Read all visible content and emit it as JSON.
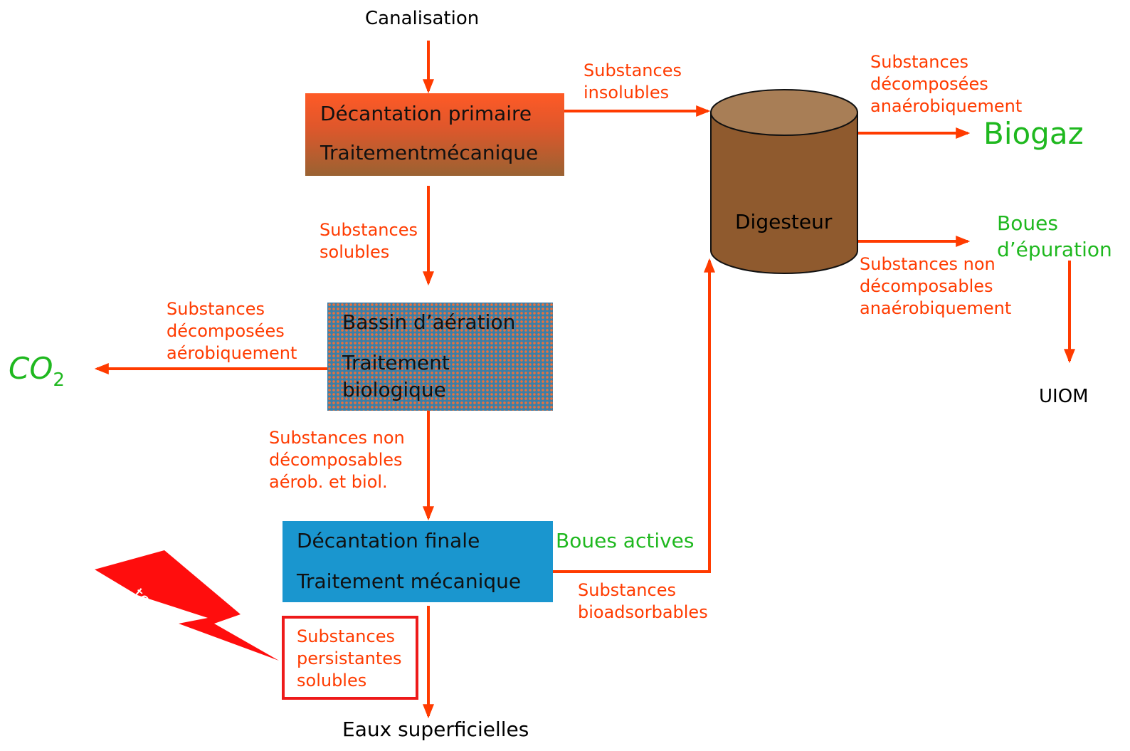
{
  "inputs": {
    "canalisation": "Canalisation"
  },
  "processes": {
    "primary": {
      "line1": "Décantation primaire",
      "line2": "Traitementmécanique"
    },
    "aeration": {
      "line1": "Bassin d’aération",
      "line2": "Traitement",
      "line3": "biologique"
    },
    "final": {
      "line1": "Décantation finale",
      "line2": "Traitement mécanique"
    },
    "digester": {
      "label": "Digesteur"
    }
  },
  "flows": {
    "insolubles": [
      "Substances",
      "insolubles"
    ],
    "solubles": [
      "Substances",
      "solubles"
    ],
    "aerobic_decomposed": [
      "Substances",
      "décomposées",
      "aérobiquement"
    ],
    "non_decomposable_aerob": [
      "Substances non",
      "décomposables",
      "aérob. et biol."
    ],
    "anaerobic_decomposed": [
      "Substances",
      "décomposées",
      "anaérobiquement"
    ],
    "non_decomposable_anaerob": [
      "Substances non",
      "décomposables",
      "anaérobiquement"
    ],
    "bioadsorbables": [
      "Substances",
      "bioadsorbables"
    ],
    "persistent": [
      "Substances",
      "persistantes",
      "solubles"
    ]
  },
  "outputs": {
    "co2_base": "CO",
    "co2_sub": "2",
    "biogaz": "Biogaz",
    "boues_epuration": [
      "Boues",
      "d’épuration"
    ],
    "boues_actives": "Boues actives",
    "uiom": "UIOM",
    "eaux": "Eaux superficielles"
  },
  "warning": {
    "label": "toxiques"
  },
  "colors": {
    "arrow": "#ff3b00",
    "flow_text": "#ff3b00",
    "output_text": "#1fb81f",
    "digester": "#8f5a2e",
    "digester_top": "#a87e56",
    "final_box": "#1a96cf",
    "bolt": "#ff0d0d"
  }
}
